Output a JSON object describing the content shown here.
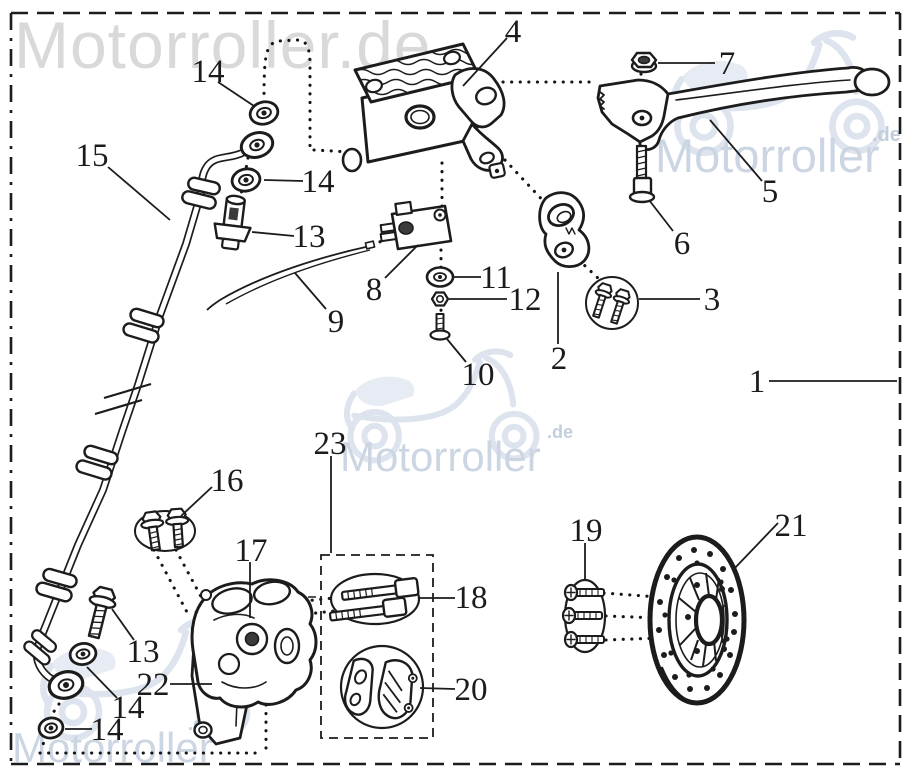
{
  "diagram": {
    "kind": "exploded-parts-drawing",
    "subject": "scooter front disc brake assembly",
    "ink_color": "#1c1c1c",
    "background_color": "#ffffff",
    "watermark_top_color": "#d9d9d9",
    "watermark_accent_color": "#ccd6e3"
  },
  "watermarks": {
    "top_text": "Motorroller.de",
    "brand_text": "Motorroller",
    "suffix_text": ".de"
  },
  "callouts": [
    {
      "number": "4"
    },
    {
      "number": "7"
    },
    {
      "number": "5"
    },
    {
      "number": "6"
    },
    {
      "number": "2"
    },
    {
      "number": "3"
    },
    {
      "number": "1"
    },
    {
      "number": "8"
    },
    {
      "number": "9"
    },
    {
      "number": "10"
    },
    {
      "number": "11"
    },
    {
      "number": "12"
    },
    {
      "number": "14"
    },
    {
      "number": "14"
    },
    {
      "number": "13"
    },
    {
      "number": "15"
    },
    {
      "number": "16"
    },
    {
      "number": "13"
    },
    {
      "number": "14"
    },
    {
      "number": "14"
    },
    {
      "number": "17"
    },
    {
      "number": "22"
    },
    {
      "number": "23"
    },
    {
      "number": "18"
    },
    {
      "number": "20"
    },
    {
      "number": "19"
    },
    {
      "number": "21"
    }
  ]
}
